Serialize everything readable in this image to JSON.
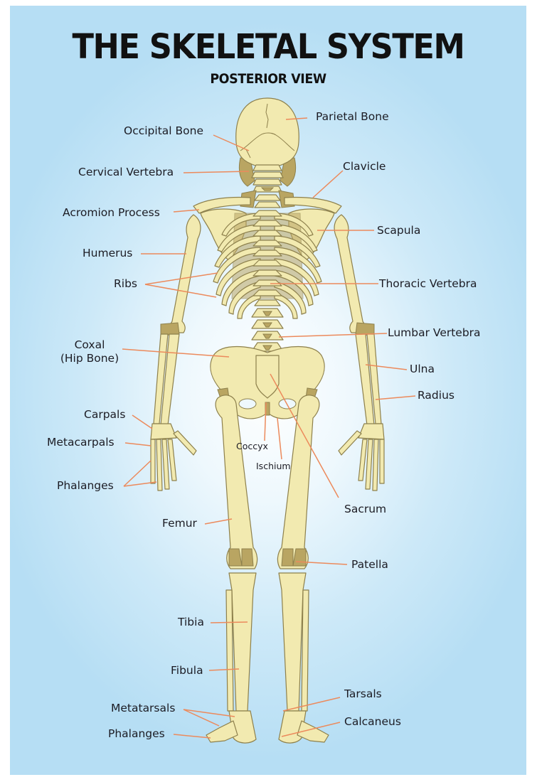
{
  "poster": {
    "title": "THE SKELETAL SYSTEM",
    "subtitle": "POSTERIOR VIEW",
    "colors": {
      "background_edge": "#b6def4",
      "background_center": "#ffffff",
      "bone_fill": "#f2eab0",
      "bone_shadow": "#b9a562",
      "bone_outline": "#8d804c",
      "leader_line": "#ec8a5c",
      "text": "#1c1c24"
    }
  },
  "labels": {
    "left": {
      "occipital_bone": "Occipital Bone",
      "cervical_vertebra": "Cervical Vertebra",
      "acromion_process": "Acromion Process",
      "humerus": "Humerus",
      "ribs": "Ribs",
      "coxal_line1": "Coxal",
      "coxal_line2": "(Hip Bone)",
      "carpals": "Carpals",
      "metacarpals": "Metacarpals",
      "phalanges_hand": "Phalanges",
      "femur": "Femur",
      "tibia": "Tibia",
      "fibula": "Fibula",
      "metatarsals": "Metatarsals",
      "phalanges_foot": "Phalanges"
    },
    "right": {
      "parietal_bone": "Parietal Bone",
      "clavicle": "Clavicle",
      "scapula": "Scapula",
      "thoracic_vertebra": "Thoracic Vertebra",
      "lumbar_vertebra": "Lumbar Vertebra",
      "ulna": "Ulna",
      "radius": "Radius",
      "sacrum": "Sacrum",
      "patella": "Patella",
      "tarsals": "Tarsals",
      "calcaneus": "Calcaneus"
    },
    "center": {
      "coccyx": "Coccyx",
      "ischium": "Ischium"
    }
  }
}
